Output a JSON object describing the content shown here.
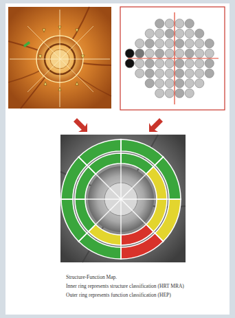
{
  "diagram": {
    "caption": "Structure-Function Map.",
    "labels": [
      "Inner ring represents structure classification (HRT MRA)",
      "Outer ring represents function classification (HEP)"
    ]
  }
}
